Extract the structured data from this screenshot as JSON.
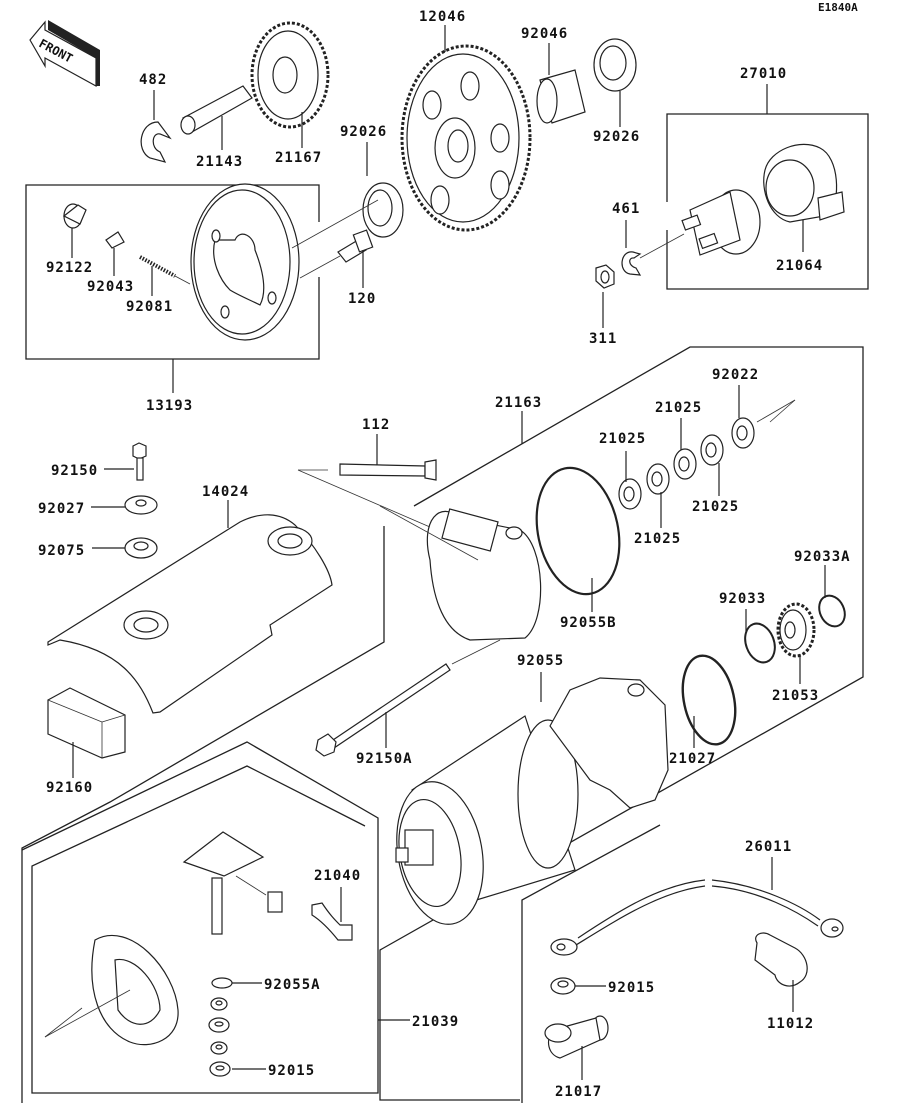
{
  "diagram": {
    "code": "E1840A",
    "front_label": "FRONT",
    "parts": {
      "p482": "482",
      "p21143": "21143",
      "p21167": "21167",
      "p12046": "12046",
      "p92046": "92046",
      "p92026a": "92026",
      "p92026b": "92026",
      "p27010": "27010",
      "p461": "461",
      "p311": "311",
      "p21064": "21064",
      "p92122": "92122",
      "p92043": "92043",
      "p92081": "92081",
      "p120": "120",
      "p13193": "13193",
      "p112": "112",
      "p21163": "21163",
      "p92022": "92022",
      "p21025a": "21025",
      "p21025b": "21025",
      "p21025c": "21025",
      "p21025d": "21025",
      "p92150": "92150",
      "p92027": "92027",
      "p92075": "92075",
      "p14024": "14024",
      "p92055B": "92055B",
      "p92033A": "92033A",
      "p92033": "92033",
      "p21053": "21053",
      "p92055": "92055",
      "p92150A": "92150A",
      "p21027": "21027",
      "p92160": "92160",
      "p21040": "21040",
      "p92055A": "92055A",
      "p21039": "21039",
      "p92015a": "92015",
      "p26011": "26011",
      "p92015b": "92015",
      "p11012": "11012",
      "p21017": "21017"
    }
  }
}
